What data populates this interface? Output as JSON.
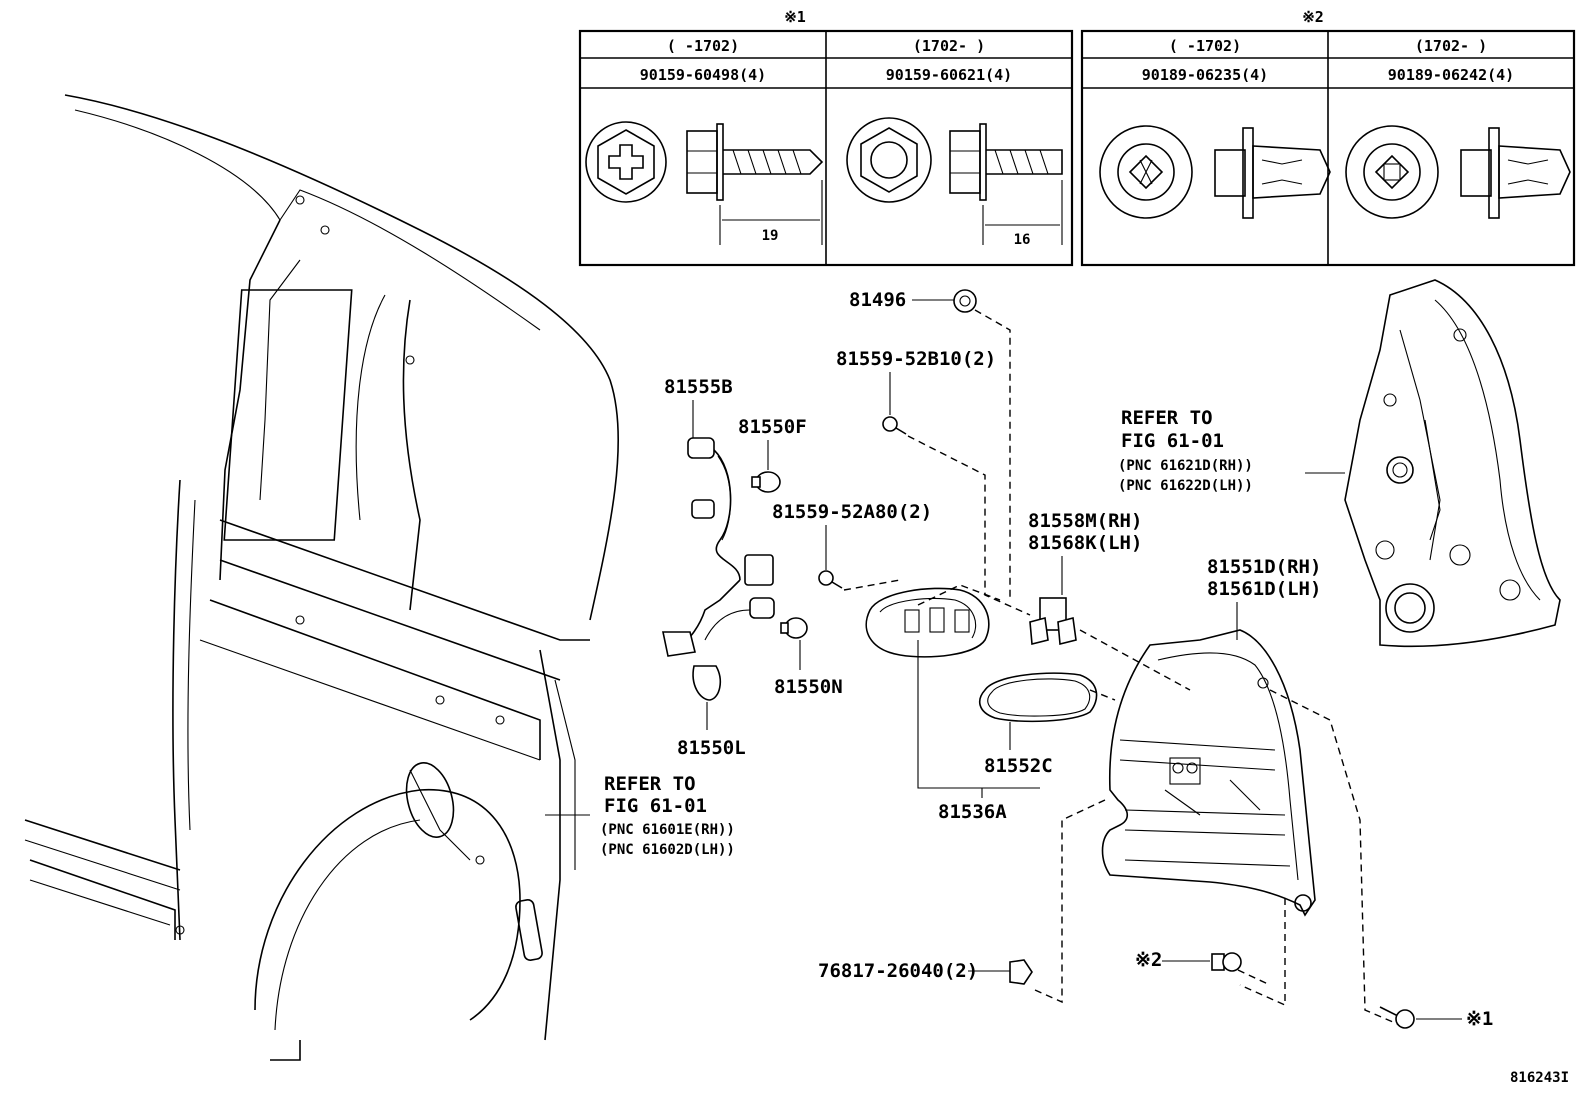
{
  "fastener_table": {
    "group1_mark": "※1",
    "group2_mark": "※2",
    "columns": [
      {
        "range": "(      -1702)",
        "part": "90159-60498(4)",
        "dimension": "19",
        "icon": "tapping-screw-icon"
      },
      {
        "range": "(1702-      )",
        "part": "90159-60621(4)",
        "dimension": "16",
        "icon": "tapping-screw-icon"
      },
      {
        "range": "(      -1702)",
        "part": "90189-06235(4)",
        "dimension": "",
        "icon": "clip-nut-icon"
      },
      {
        "range": "(1702-      )",
        "part": "90189-06242(4)",
        "dimension": "",
        "icon": "clip-nut-icon"
      }
    ]
  },
  "labels": {
    "p81496": "81496",
    "p81559_52b10": "81559-52B10(2)",
    "p81555b": "81555B",
    "p81550f": "81550F",
    "p81559_52a80": "81559-52A80(2)",
    "p81550n": "81550N",
    "p81550l": "81550L",
    "p81558m": "81558M(RH)",
    "p81568k": "81568K(LH)",
    "p81551d": "81551D(RH)",
    "p81561d": "81561D(LH)",
    "p81552c": "81552C",
    "p81536a": "81536A",
    "p76817": "76817-26040(2)",
    "mark2": "※2",
    "mark1": "※1"
  },
  "refer_right": {
    "line1": "REFER TO",
    "line2": "FIG 61-01",
    "line3": "(PNC 61621D(RH))",
    "line4": "(PNC 61622D(LH))"
  },
  "refer_left": {
    "line1": "REFER TO",
    "line2": "FIG 61-01",
    "line3": "(PNC 61601E(RH))",
    "line4": "(PNC 61602D(LH))"
  },
  "drawing_code": "816243I"
}
